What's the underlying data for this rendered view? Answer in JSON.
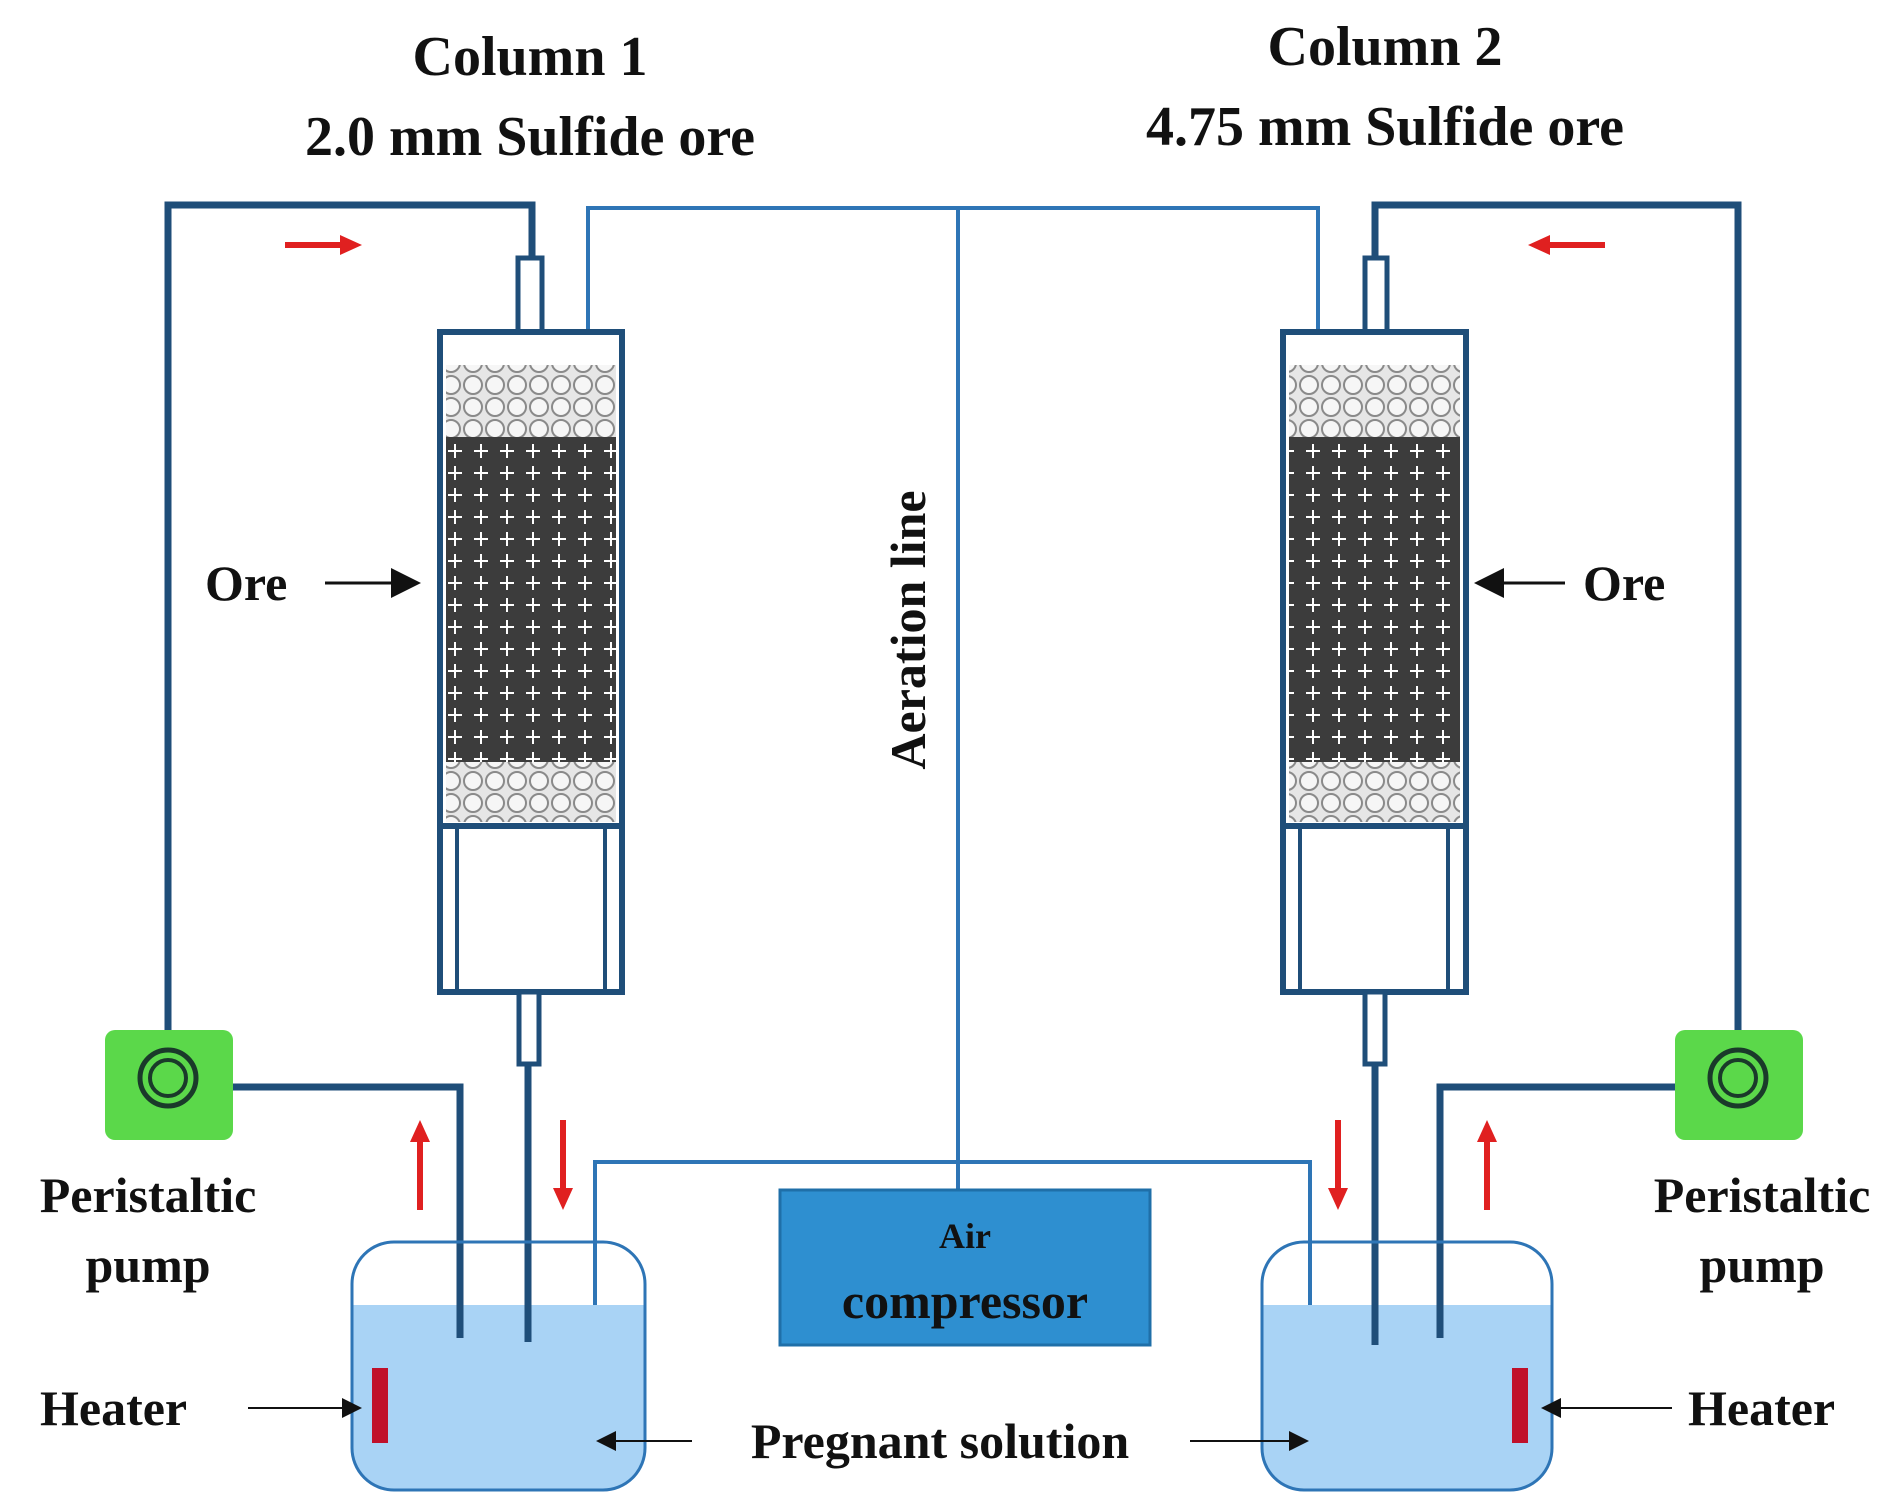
{
  "column1": {
    "title": "Column 1",
    "subtitle": "2.0 mm Sulfide ore"
  },
  "column2": {
    "title": "Column 2",
    "subtitle": "4.75 mm Sulfide ore"
  },
  "labels": {
    "ore_left": "Ore",
    "ore_right": "Ore",
    "aeration": "Aeration line",
    "pump_left_1": "Peristaltic",
    "pump_left_2": "pump",
    "pump_right_1": "Peristaltic",
    "pump_right_2": "pump",
    "heater_left": "Heater",
    "heater_right": "Heater",
    "compressor_1": "Air",
    "compressor_2": "compressor",
    "solution": "Pregnant solution"
  },
  "colors": {
    "pipe": "#1f4e79",
    "air_line": "#2e75b6",
    "flow_arrow": "#e02020",
    "pump": "#5bd84a",
    "solution": "#a9d3f5",
    "compressor": "#2e8fd0",
    "heater": "#c0102a",
    "ore": "#3c3c3c"
  },
  "icons": [
    "peristaltic-pump-icon",
    "heater-icon",
    "flow-arrow-icon"
  ]
}
